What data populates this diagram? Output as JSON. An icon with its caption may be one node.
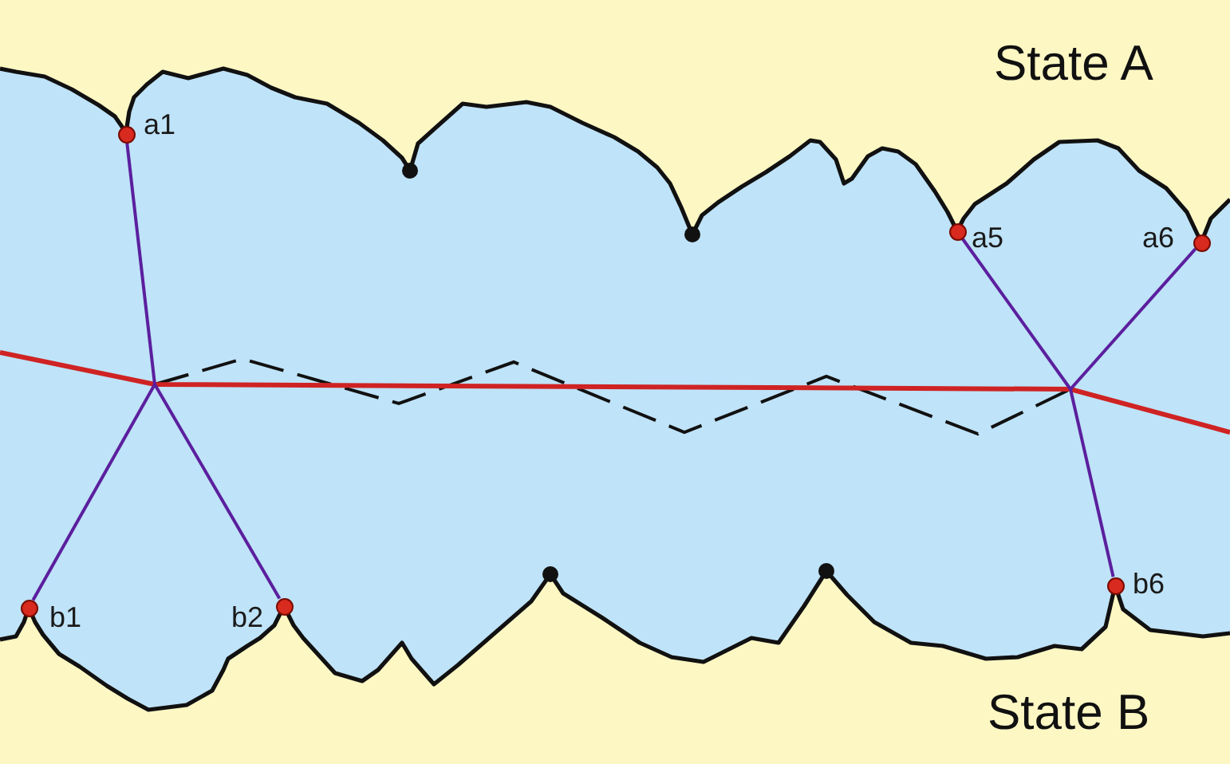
{
  "diagram": {
    "nodes": [
      {
        "text": [],
        "shape": "circle",
        "beside": [
          "a1"
        ]
      },
      {
        "text": [],
        "shape": "circle",
        "beside": [
          "a5"
        ]
      },
      {
        "text": [],
        "shape": "circle",
        "beside": [
          "a6"
        ]
      },
      {
        "text": [],
        "shape": "circle",
        "beside": [
          "b1"
        ]
      },
      {
        "text": [],
        "shape": "circle",
        "beside": [
          "b2"
        ]
      },
      {
        "text": [],
        "shape": "circle",
        "beside": [
          "b6"
        ]
      }
    ],
    "edges": [
      {
        "from": 0,
        "to": null,
        "arrow": "none"
      },
      {
        "from": 1,
        "to": null,
        "arrow": "none"
      },
      {
        "from": 2,
        "to": null,
        "arrow": "none"
      },
      {
        "from": 3,
        "to": null,
        "arrow": "none"
      },
      {
        "from": 4,
        "to": null,
        "arrow": "none"
      },
      {
        "from": 5,
        "to": null,
        "arrow": "none"
      }
    ],
    "labels": [
      "State A",
      "State B"
    ]
  }
}
